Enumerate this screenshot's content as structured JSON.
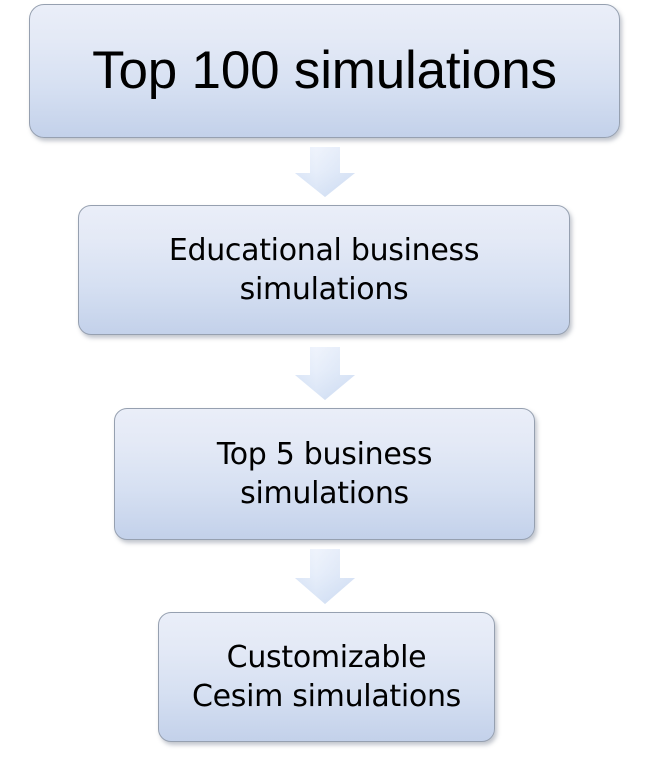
{
  "diagram": {
    "title": "Top 100 simulations funnel",
    "orientation": "top-to-bottom",
    "colors": {
      "box_gradient_top": "#eaeef8",
      "box_gradient_bottom": "#c3d1ea",
      "box_border": "#96a0b0",
      "arrow_gradient_top": "#eef2fb",
      "arrow_gradient_bottom": "#c6d7f0",
      "text": "#000000",
      "background": "#ffffff"
    },
    "nodes": [
      {
        "id": "node-1",
        "label": "Top 100 simulations"
      },
      {
        "id": "node-2",
        "label": "Educational business\nsimulations"
      },
      {
        "id": "node-3",
        "label": "Top 5 business\nsimulations"
      },
      {
        "id": "node-4",
        "label": "Customizable\nCesim simulations"
      }
    ],
    "connectors": [
      {
        "id": "arrow-1",
        "from": "node-1",
        "to": "node-2",
        "shape": "down-block-arrow"
      },
      {
        "id": "arrow-2",
        "from": "node-2",
        "to": "node-3",
        "shape": "down-block-arrow"
      },
      {
        "id": "arrow-3",
        "from": "node-3",
        "to": "node-4",
        "shape": "down-block-arrow"
      }
    ]
  }
}
